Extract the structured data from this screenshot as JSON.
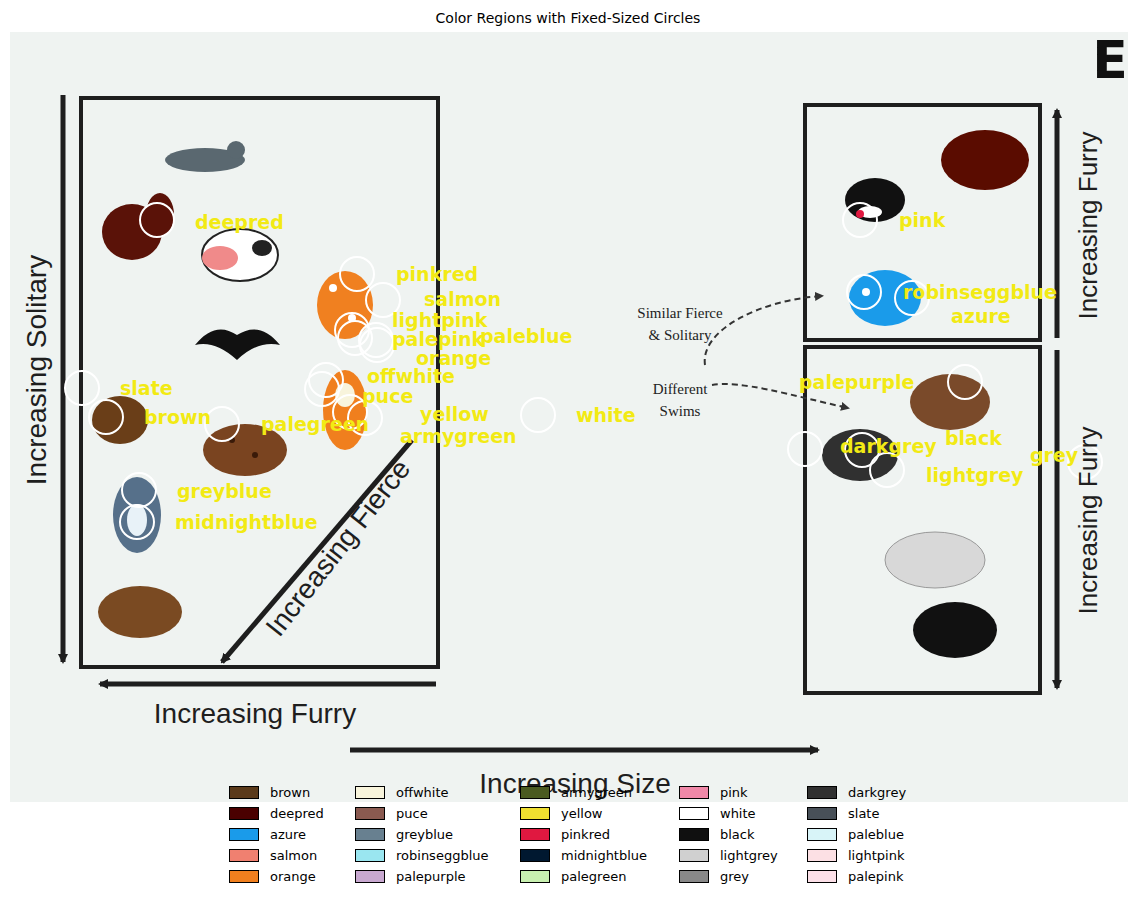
{
  "diagram": {
    "title": "Color Regions with Fixed-Sized Circles",
    "labels": [
      "E",
      "Increasing Solitary",
      "Increasing Furry",
      "Increasing Fierce",
      "Increasing Size",
      "Increasing Furry",
      "Increasing Furry",
      "Similar Fierce & Solitary",
      "Different Swims",
      "deepred",
      "pinkred",
      "salmon",
      "lightpink",
      "palepink",
      "paleblue",
      "orange",
      "slate",
      "offwhite",
      "puce",
      "brown",
      "palegreen",
      "yellow",
      "armygreen",
      "white",
      "greyblue",
      "midnightblue",
      "pink",
      "robinseggblue",
      "azure",
      "palepurple",
      "darkgrey",
      "black",
      "grey",
      "lightgrey"
    ],
    "legend": [
      {
        "text": "brown",
        "color": "#5b3a1a"
      },
      {
        "text": "deepred",
        "color": "#4a0000"
      },
      {
        "text": "azure",
        "color": "#1a9bea"
      },
      {
        "text": "salmon",
        "color": "#f08070"
      },
      {
        "text": "orange",
        "color": "#f07f1e"
      },
      {
        "text": "offwhite",
        "color": "#f8f4dc"
      },
      {
        "text": "puce",
        "color": "#8a5a50"
      },
      {
        "text": "greyblue",
        "color": "#688090"
      },
      {
        "text": "robinseggblue",
        "color": "#9ae6f0"
      },
      {
        "text": "palepurple",
        "color": "#c8a8d0"
      },
      {
        "text": "armygreen",
        "color": "#4a5a20"
      },
      {
        "text": "yellow",
        "color": "#f0e030"
      },
      {
        "text": "pinkred",
        "color": "#e01840"
      },
      {
        "text": "midnightblue",
        "color": "#001830"
      },
      {
        "text": "palegreen",
        "color": "#c8f0b0"
      },
      {
        "text": "pink",
        "color": "#f088a8"
      },
      {
        "text": "white",
        "color": "#ffffff"
      },
      {
        "text": "black",
        "color": "#101010"
      },
      {
        "text": "lightgrey",
        "color": "#d0d0d0"
      },
      {
        "text": "grey",
        "color": "#888888"
      },
      {
        "text": "darkgrey",
        "color": "#303030"
      },
      {
        "text": "slate",
        "color": "#485058"
      },
      {
        "text": "paleblue",
        "color": "#d8f4f8"
      },
      {
        "text": "lightpink",
        "color": "#fce0e4"
      },
      {
        "text": "palepink",
        "color": "#fce0e8"
      }
    ]
  }
}
